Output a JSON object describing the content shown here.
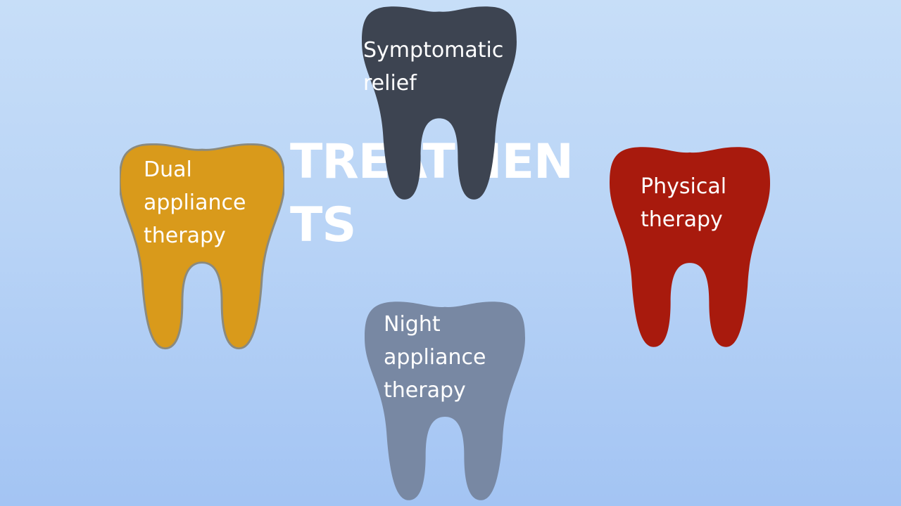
{
  "slide": {
    "title": "TREATMENTS"
  },
  "colors": {
    "background_top": "#c7def8",
    "background_bottom": "#a3c4f3",
    "tooth_top": "#3d4451",
    "tooth_left": "#d99a1b",
    "tooth_left_outline": "#8a8a7f",
    "tooth_right": "#a81a0d",
    "tooth_bottom": "#7888a3",
    "text": "#ffffff"
  },
  "treatments": [
    {
      "id": "top",
      "label": "Symptomatic\nrelief",
      "color": "#3d4451",
      "icon": "tooth-icon"
    },
    {
      "id": "left",
      "label": "Dual\nappliance\ntherapy",
      "color": "#d99a1b",
      "icon": "tooth-icon"
    },
    {
      "id": "right",
      "label": "Physical\ntherapy",
      "color": "#a81a0d",
      "icon": "tooth-icon"
    },
    {
      "id": "bottom",
      "label": "Night\nappliance\ntherapy",
      "color": "#7888a3",
      "icon": "tooth-icon"
    }
  ]
}
